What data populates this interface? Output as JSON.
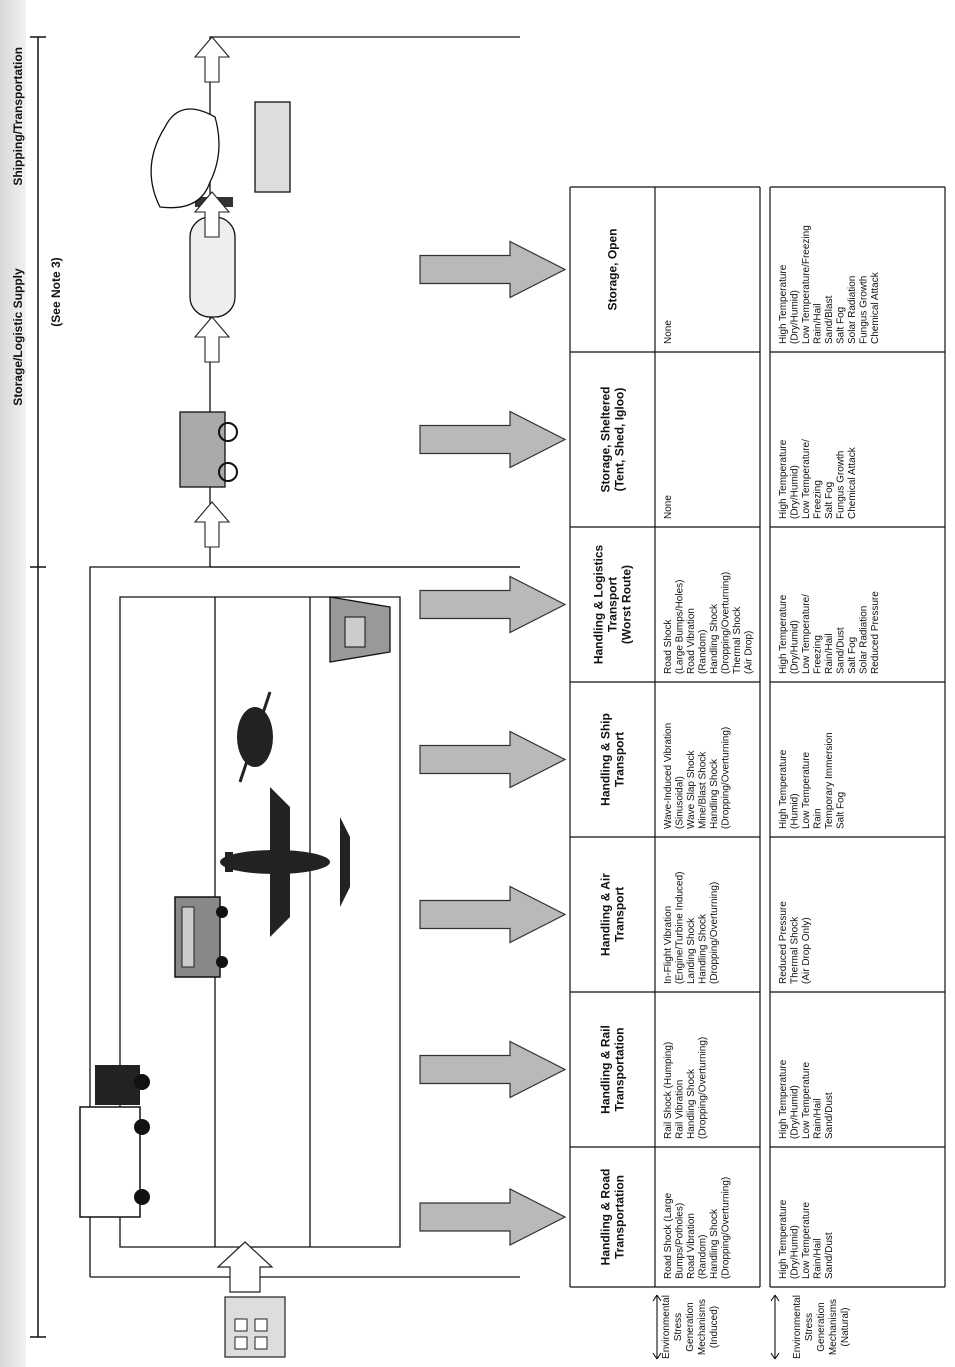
{
  "header": {
    "shipping_title": "Shipping/Transportation",
    "note": "(See Note 3)",
    "storage_title": "Storage/Logistic Supply"
  },
  "columns": [
    {
      "heading": [
        "Handling & Road",
        "Transportation"
      ],
      "induced": [
        "Road Shock (Large",
        "Bumps/Potholes)",
        "Road Vibration",
        "(Random)",
        "Handling Shock",
        "(Dropping/Overturning)"
      ],
      "natural": [
        "High Temperature",
        "(Dry/Humid)",
        "Low Temperature",
        "Rain/Hail",
        "Sand/Dust"
      ]
    },
    {
      "heading": [
        "Handling & Rail",
        "Transportation"
      ],
      "induced": [
        "Rail Shock (Humping)",
        "Rail Vibration",
        "Handling Shock",
        "(Dropping/Overturning)"
      ],
      "natural": [
        "High Temperature",
        "(Dry/Humid)",
        "Low Temperature",
        "Rain/Hail",
        "Sand/Dust"
      ]
    },
    {
      "heading": [
        "Handling & Air",
        "Transport"
      ],
      "induced": [
        "In-Flight Vibration",
        "(Engine/Turbine Induced)",
        "Landing Shock",
        "Handling Shock",
        "(Dropping/Overturning)"
      ],
      "natural": [
        "Reduced Pressure",
        "Thermal Shock",
        "(Air Drop Only)"
      ]
    },
    {
      "heading": [
        "Handling & Ship",
        "Transport"
      ],
      "induced": [
        "Wave-Induced Vibration",
        "(Sinusoidal)",
        "Wave Slap Shock",
        "Mine/Blast Shock",
        "Handling Shock",
        "(Dropping/Overturning)"
      ],
      "natural": [
        "High Temperature",
        "(Humid)",
        "Low Temperature",
        "Rain",
        "Temporary Immersion",
        "Salt Fog"
      ]
    },
    {
      "heading": [
        "Handling & Logistics",
        "Transport",
        "(Worst Route)"
      ],
      "induced": [
        "Road Shock",
        "(Large Bumps/Holes)",
        "Road Vibration",
        "(Random)",
        "Handling Shock",
        "(Dropping/Overturning)",
        "Thermal Shock",
        "(Air Drop)"
      ],
      "natural": [
        "High Temperature",
        "(Dry/Humid)",
        "Low Temperature/",
        "Freezing",
        "Rain/Hail",
        "Sand/Dust",
        "Salt Fog",
        "Solar Radiation",
        "Reduced Pressure"
      ]
    },
    {
      "heading": [
        "Storage, Sheltered",
        "(Tent, Shed, Igloo)"
      ],
      "induced": [
        "None"
      ],
      "natural": [
        "High Temperature",
        "(Dry/Humid)",
        "Low Temperature/",
        "Freezing",
        "Salt Fog",
        "Fungus Growth",
        "Chemical Attack"
      ]
    },
    {
      "heading": [
        "Storage, Open"
      ],
      "induced": [
        "None"
      ],
      "natural": [
        "High Temperature",
        "(Dry/Humid)",
        "Low Temperature/Freezing",
        "Rain/Hail",
        "Sand/Blast",
        "Salt Fog",
        "Solar Radiation",
        "Fungus Growth",
        "Chemical Attack"
      ]
    }
  ],
  "row_labels": {
    "induced": [
      "Environmental",
      "Stress",
      "Generation",
      "Mechanisms",
      "(Induced)"
    ],
    "natural": [
      "Environmental",
      "Stress",
      "Generation",
      "Mechanisms",
      "(Natural)"
    ]
  },
  "colors": {
    "arrow_fill": "#b9b9b9",
    "arrow_stroke": "#333333",
    "line": "#111111"
  }
}
